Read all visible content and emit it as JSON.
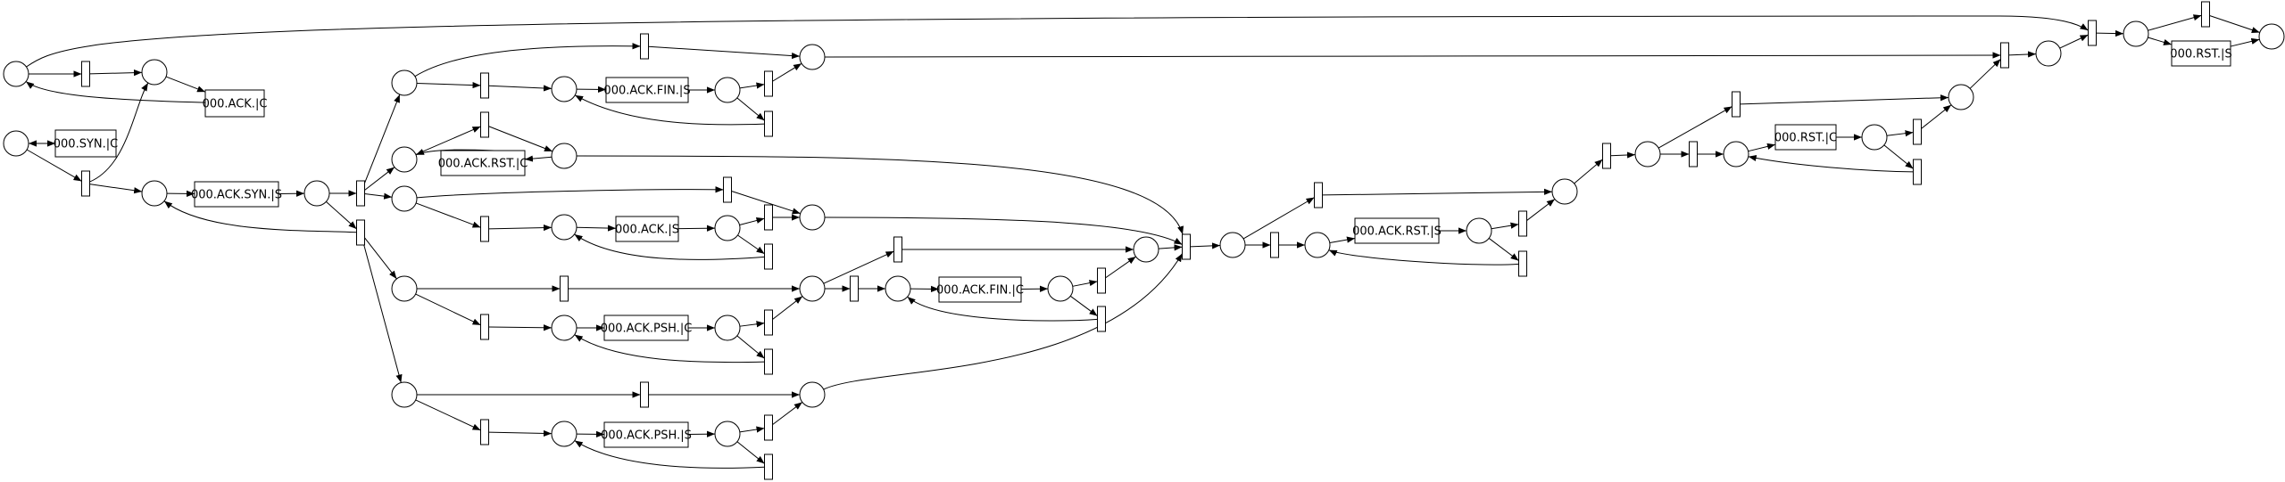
{
  "diagram": {
    "type": "petri-net",
    "line_color": "#000000",
    "node_fill": "#ffffff",
    "labels": [
      "000.ACK.|C",
      "000.SYN.|C",
      "000.ACK.SYN.|S",
      "000.ACK.FIN.|S",
      "000.ACK.RST.|C",
      "000.ACK.|S",
      "000.ACK.FIN.|C",
      "000.ACK.PSH.|C",
      "000.ACK.PSH.|S",
      "000.ACK.RST.|S",
      "000.RST.|C",
      "000.RST.|S"
    ]
  }
}
